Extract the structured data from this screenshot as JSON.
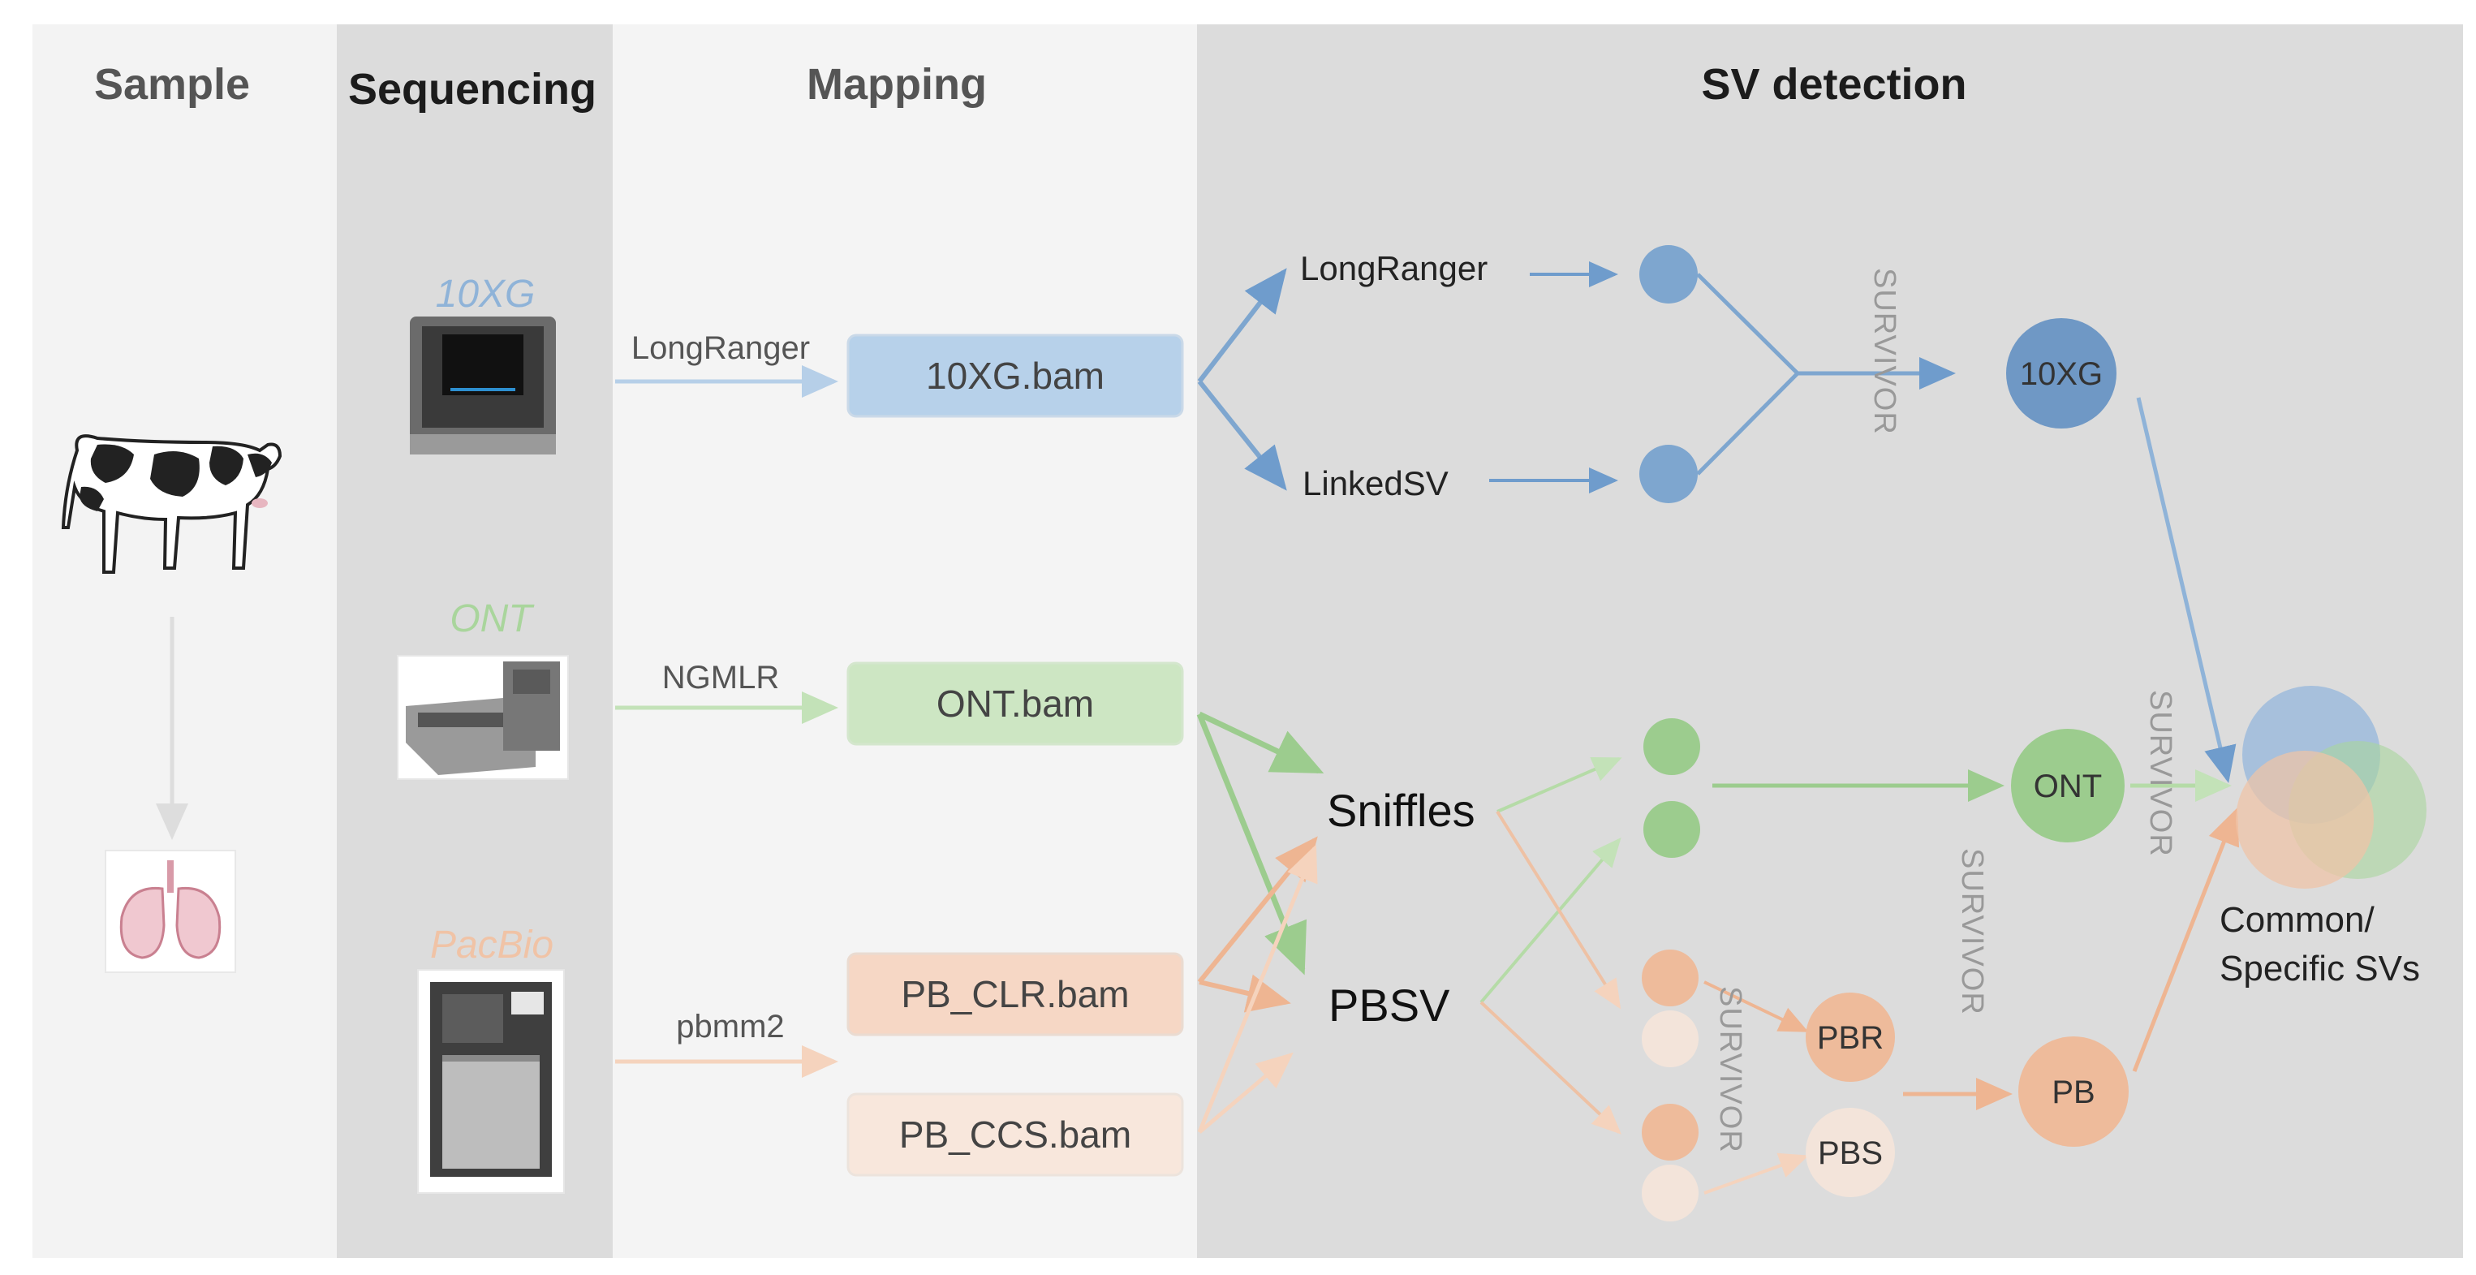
{
  "headers": {
    "sample": "Sample",
    "sequencing": "Sequencing",
    "mapping": "Mapping",
    "sv_detection": "SV detection"
  },
  "platforms": {
    "tenx": "10XG",
    "ont": "ONT",
    "pacbio": "PacBio"
  },
  "aligners": {
    "tenx": "LongRanger",
    "ont": "NGMLR",
    "pacbio": "pbmm2"
  },
  "bam_files": {
    "tenx": "10XG.bam",
    "ont": "ONT.bam",
    "pb_clr": "PB_CLR.bam",
    "pb_ccs": "PB_CCS.bam"
  },
  "callers": {
    "longranger": "LongRanger",
    "linkedsv": "LinkedSV",
    "sniffles": "Sniffles",
    "pbsv": "PBSV"
  },
  "merged": {
    "tenx": "10XG",
    "ont": "ONT",
    "pbr": "PBR",
    "pbs": "PBS",
    "pb": "PB"
  },
  "merge_tool": {
    "tenx": "SURVIVOR",
    "pacbio_sub": "SURVIVOR",
    "pacbio": "SURVIVOR",
    "final": "SURVIVOR"
  },
  "result": {
    "line1": "Common/",
    "line2": "Specific SVs"
  },
  "colors": {
    "tenx": "#7ea6cf",
    "ont": "#9ccc8e",
    "pacbio": "#eeb592",
    "panel_gray": "#dcdcdc",
    "panel_light": "#f3f3f3"
  }
}
